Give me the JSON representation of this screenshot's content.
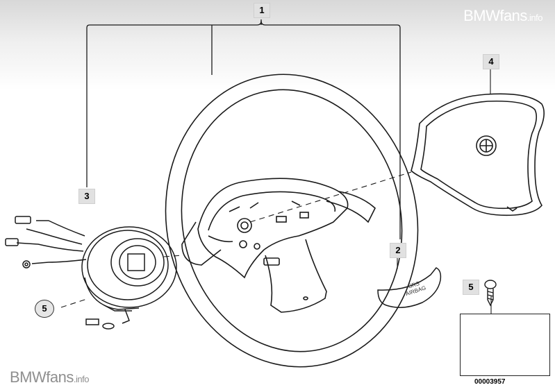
{
  "watermark": {
    "brand": "BMWfans",
    "suffix": ".info"
  },
  "callouts": {
    "assembly": "1",
    "trim_cover": "2",
    "slip_ring": "3",
    "airbag_module": "4",
    "screw": "5",
    "screw_ref": "5"
  },
  "trim_cover_text": {
    "line1": "SRS",
    "line2": "AIRBAG"
  },
  "diagram_ref": "00003957",
  "colors": {
    "line": "#1a1a1a",
    "callout_fill": "#e1e1e1",
    "bg_top": "#d8d8d8"
  }
}
